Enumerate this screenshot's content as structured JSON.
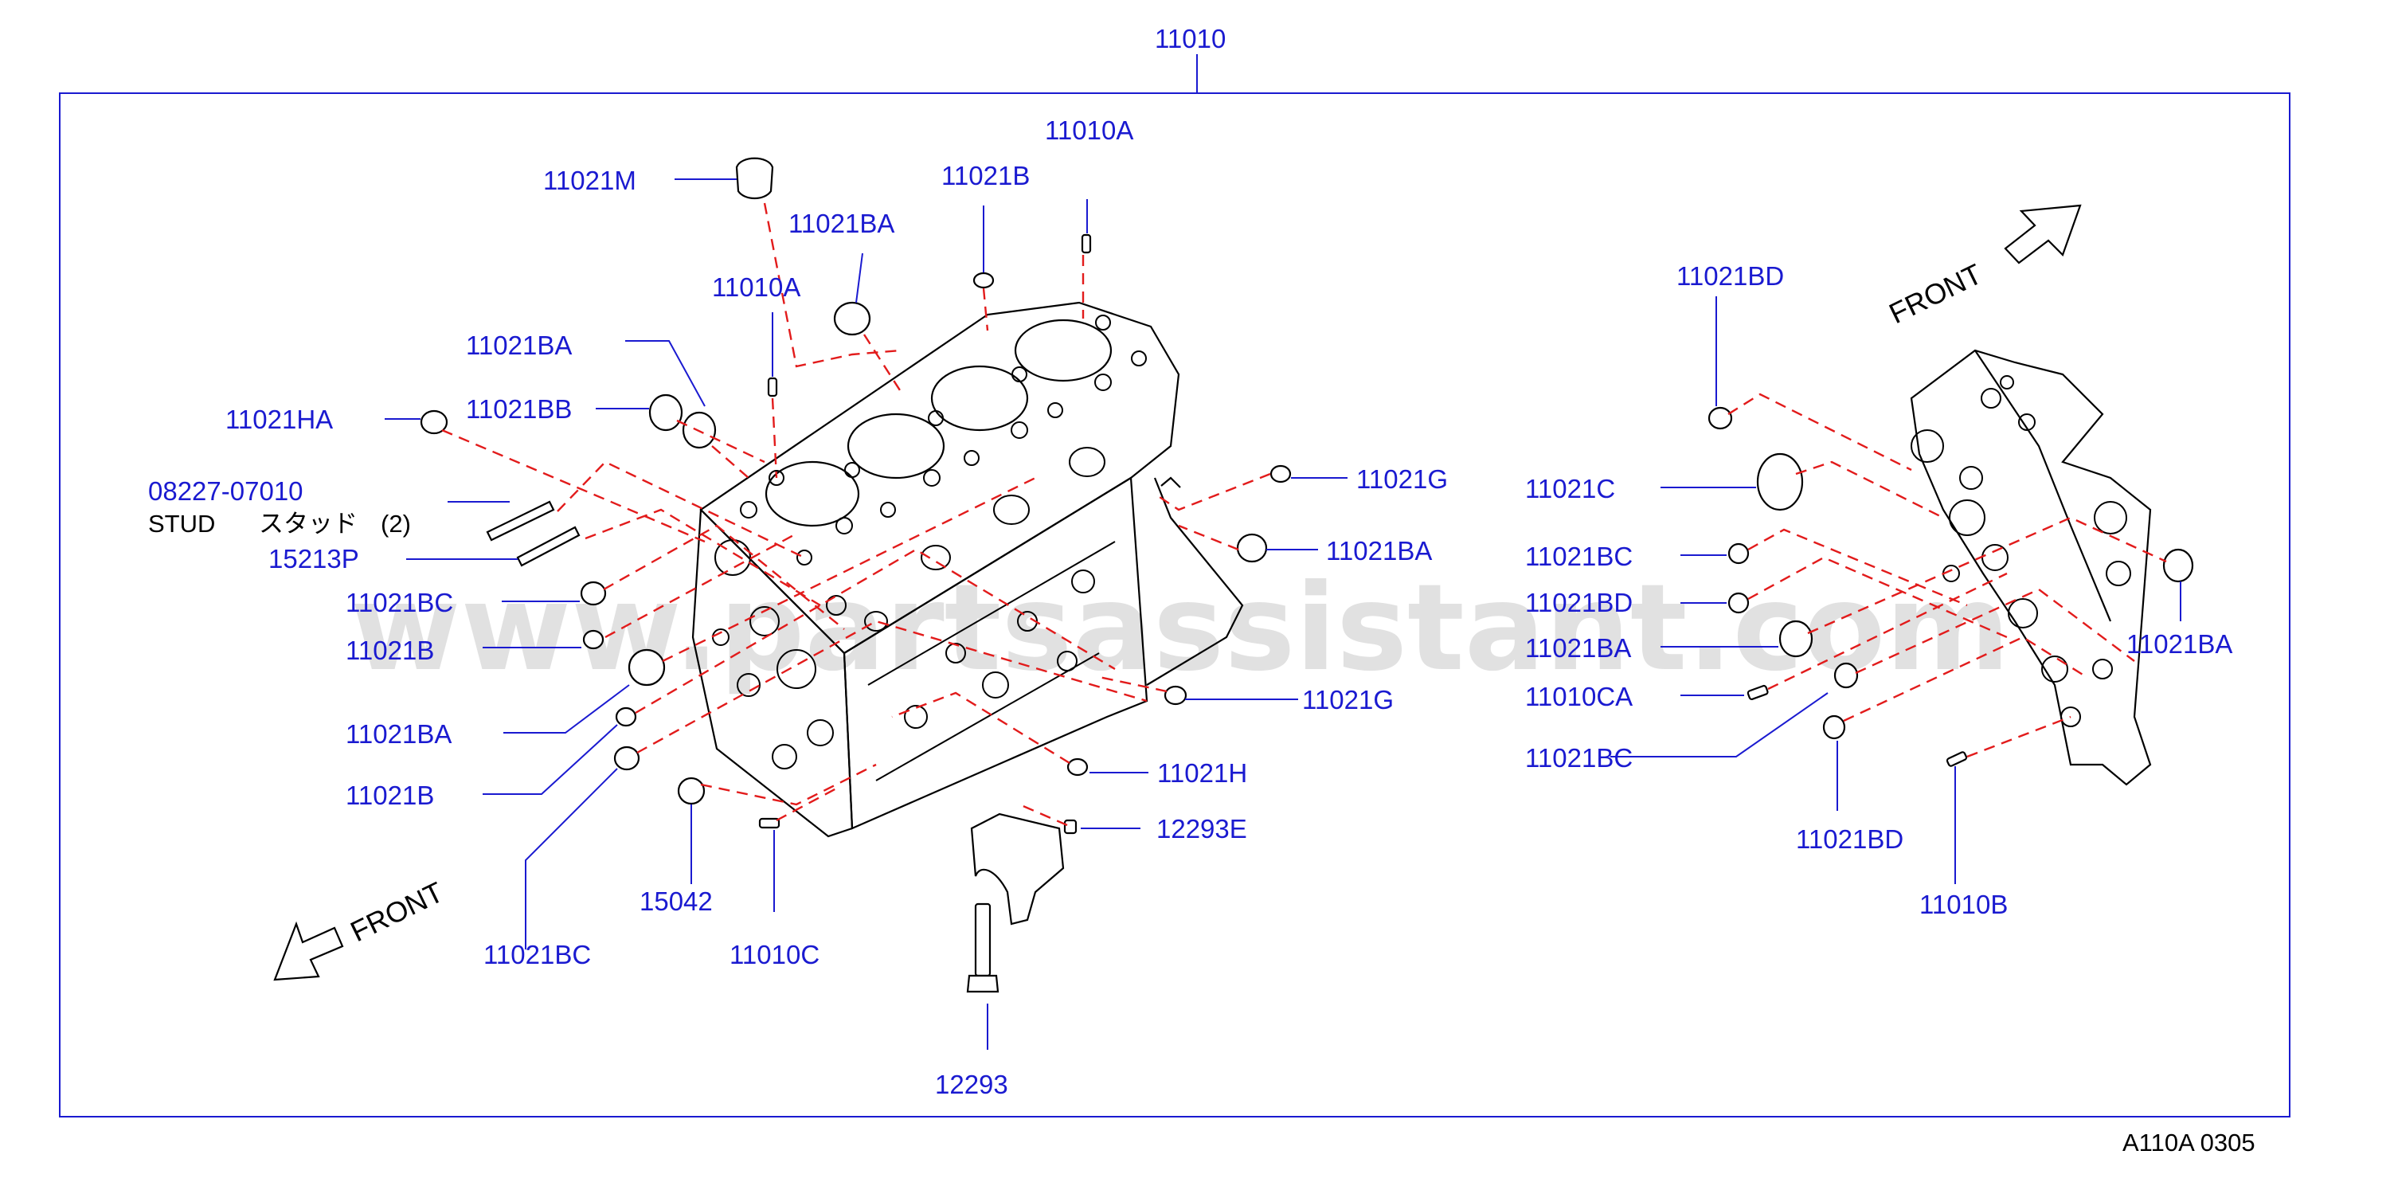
{
  "diagram": {
    "top_part": "11010",
    "watermark": "www.partsassistant.com",
    "footer_code": "A110A  0305",
    "front_label": "FRONT",
    "stud_label": "STUD",
    "stud_jp": "スタッド",
    "stud_qty": "(2)",
    "labels": {
      "m11021M": "11021M",
      "b11021B_top": "11021B",
      "a11010A_top": "11010A",
      "ba11021BA_top": "11021BA",
      "a11010A_mid": "11010A",
      "ba11021BA_left": "11021BA",
      "bb11021BB": "11021BB",
      "ha11021HA": "11021HA",
      "p08227": "08227-07010",
      "p15213P": "15213P",
      "bc11021BC_1": "11021BC",
      "b11021B_1": "11021B",
      "ba11021BA_2": "11021BA",
      "b11021B_2": "11021B",
      "bc11021BC_2": "11021BC",
      "p15042": "15042",
      "c11010C": "11010C",
      "p12293": "12293",
      "e12293E": "12293E",
      "h11021H": "11021H",
      "g11021G_low": "11021G",
      "ba11021BA_mid": "11021BA",
      "g11021G_top": "11021G",
      "bd11021BD_top": "11021BD",
      "c11021C": "11021C",
      "bc11021BC_r1": "11021BC",
      "bd11021BD_r1": "11021BD",
      "ba11021BA_r1": "11021BA",
      "ca11010CA": "11010CA",
      "bc11021BC_r2": "11021BC",
      "bd11021BD_low": "11021BD",
      "b11010B": "11010B",
      "ba11021BA_far": "11021BA"
    }
  }
}
